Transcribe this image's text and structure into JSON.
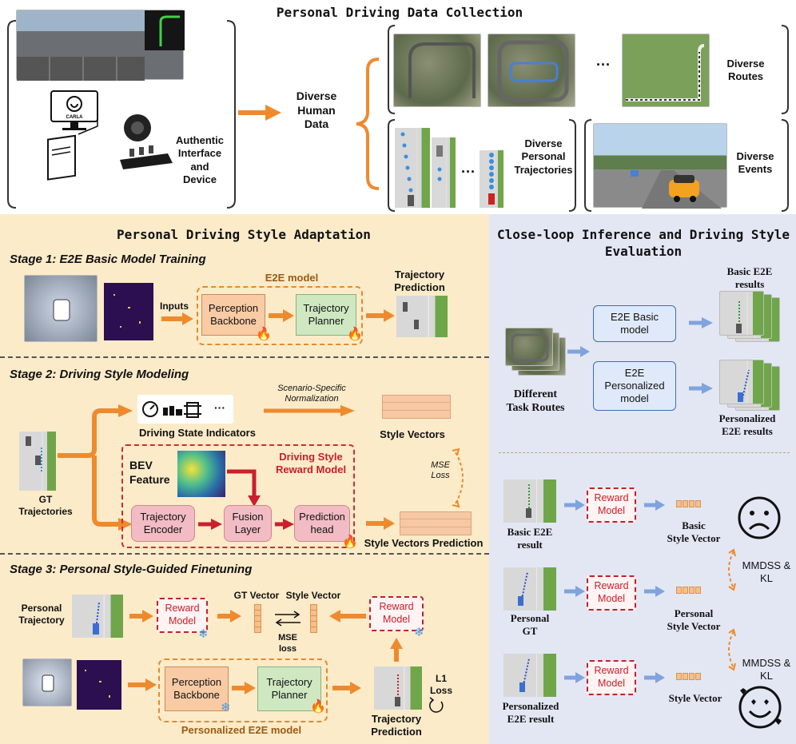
{
  "top": {
    "title": "Personal Driving Data Collection",
    "interface_label": "Authentic\nInterface\nand\nDevice",
    "diverse_data_label": "Diverse\nHuman\nData",
    "routes_label": "Diverse\nRoutes",
    "trajectories_label": "Diverse\nPersonal\nTrajectories",
    "events_label": "Diverse\nEvents",
    "ellipsis": "···",
    "carla_text": "CARLA"
  },
  "left": {
    "title": "Personal Driving Style Adaptation",
    "stage1": {
      "heading": "Stage 1: E2E Basic Model Training",
      "model_label": "E2E model",
      "inputs_label": "Inputs",
      "perception": "Perception\nBackbone",
      "planner": "Trajectory\nPlanner",
      "prediction": "Trajectory\nPrediction"
    },
    "stage2": {
      "heading": "Stage 2: Driving Style Modeling",
      "normalization": "Scenario-Specific\nNormalization",
      "indicators": "Driving State Indicators",
      "style_vectors": "Style Vectors",
      "bev_feature": "BEV\nFeature",
      "reward_model": "Driving Style\nReward Model",
      "gt_trajectories": "GT\nTrajectories",
      "mse_loss": "MSE\nLoss",
      "traj_encoder": "Trajectory\nEncoder",
      "fusion": "Fusion\nLayer",
      "pred_head": "Prediction\nhead",
      "style_pred": "Style Vectors Prediction",
      "ellipsis": "···"
    },
    "stage3": {
      "heading": "Stage 3: Personal Style-Guided Finetuning",
      "personal_traj": "Personal\nTrajectory",
      "reward_model": "Reward\nModel",
      "gt_vector": "GT Vector",
      "style_vector": "Style Vector",
      "mse_loss": "MSE\nloss",
      "perception": "Perception\nBackbone",
      "planner": "Trajectory\nPlanner",
      "personalized_model": "Personalized E2E model",
      "prediction": "Trajectory\nPrediction",
      "l1_loss": "L1\nLoss"
    }
  },
  "right": {
    "title": "Close-loop Inference and Driving Style\nEvaluation",
    "basic_results": "Basic E2E\nresults",
    "basic_model": "E2E Basic\nmodel",
    "task_routes": "Different\nTask Routes",
    "personalized_model": "E2E\nPersonalized\nmodel",
    "personalized_results": "Personalized\nE2E results",
    "reward_model": "Reward\nModel",
    "basic_result": "Basic E2E\nresult",
    "basic_style_vector": "Basic\nStyle Vector",
    "personal_gt": "Personal\nGT",
    "personal_style_vector": "Personal\nStyle Vector",
    "personalized_result": "Personalized\nE2E result",
    "style_vector": "Style Vector",
    "metric1": "MMDSS &\nKL",
    "metric2": "MMDSS &\nKL"
  },
  "colors": {
    "arrow_orange": "#ee8a2e",
    "arrow_red": "#c8202c",
    "arrow_blue": "#7fa3dc",
    "reward_red": "#c81e2a"
  }
}
